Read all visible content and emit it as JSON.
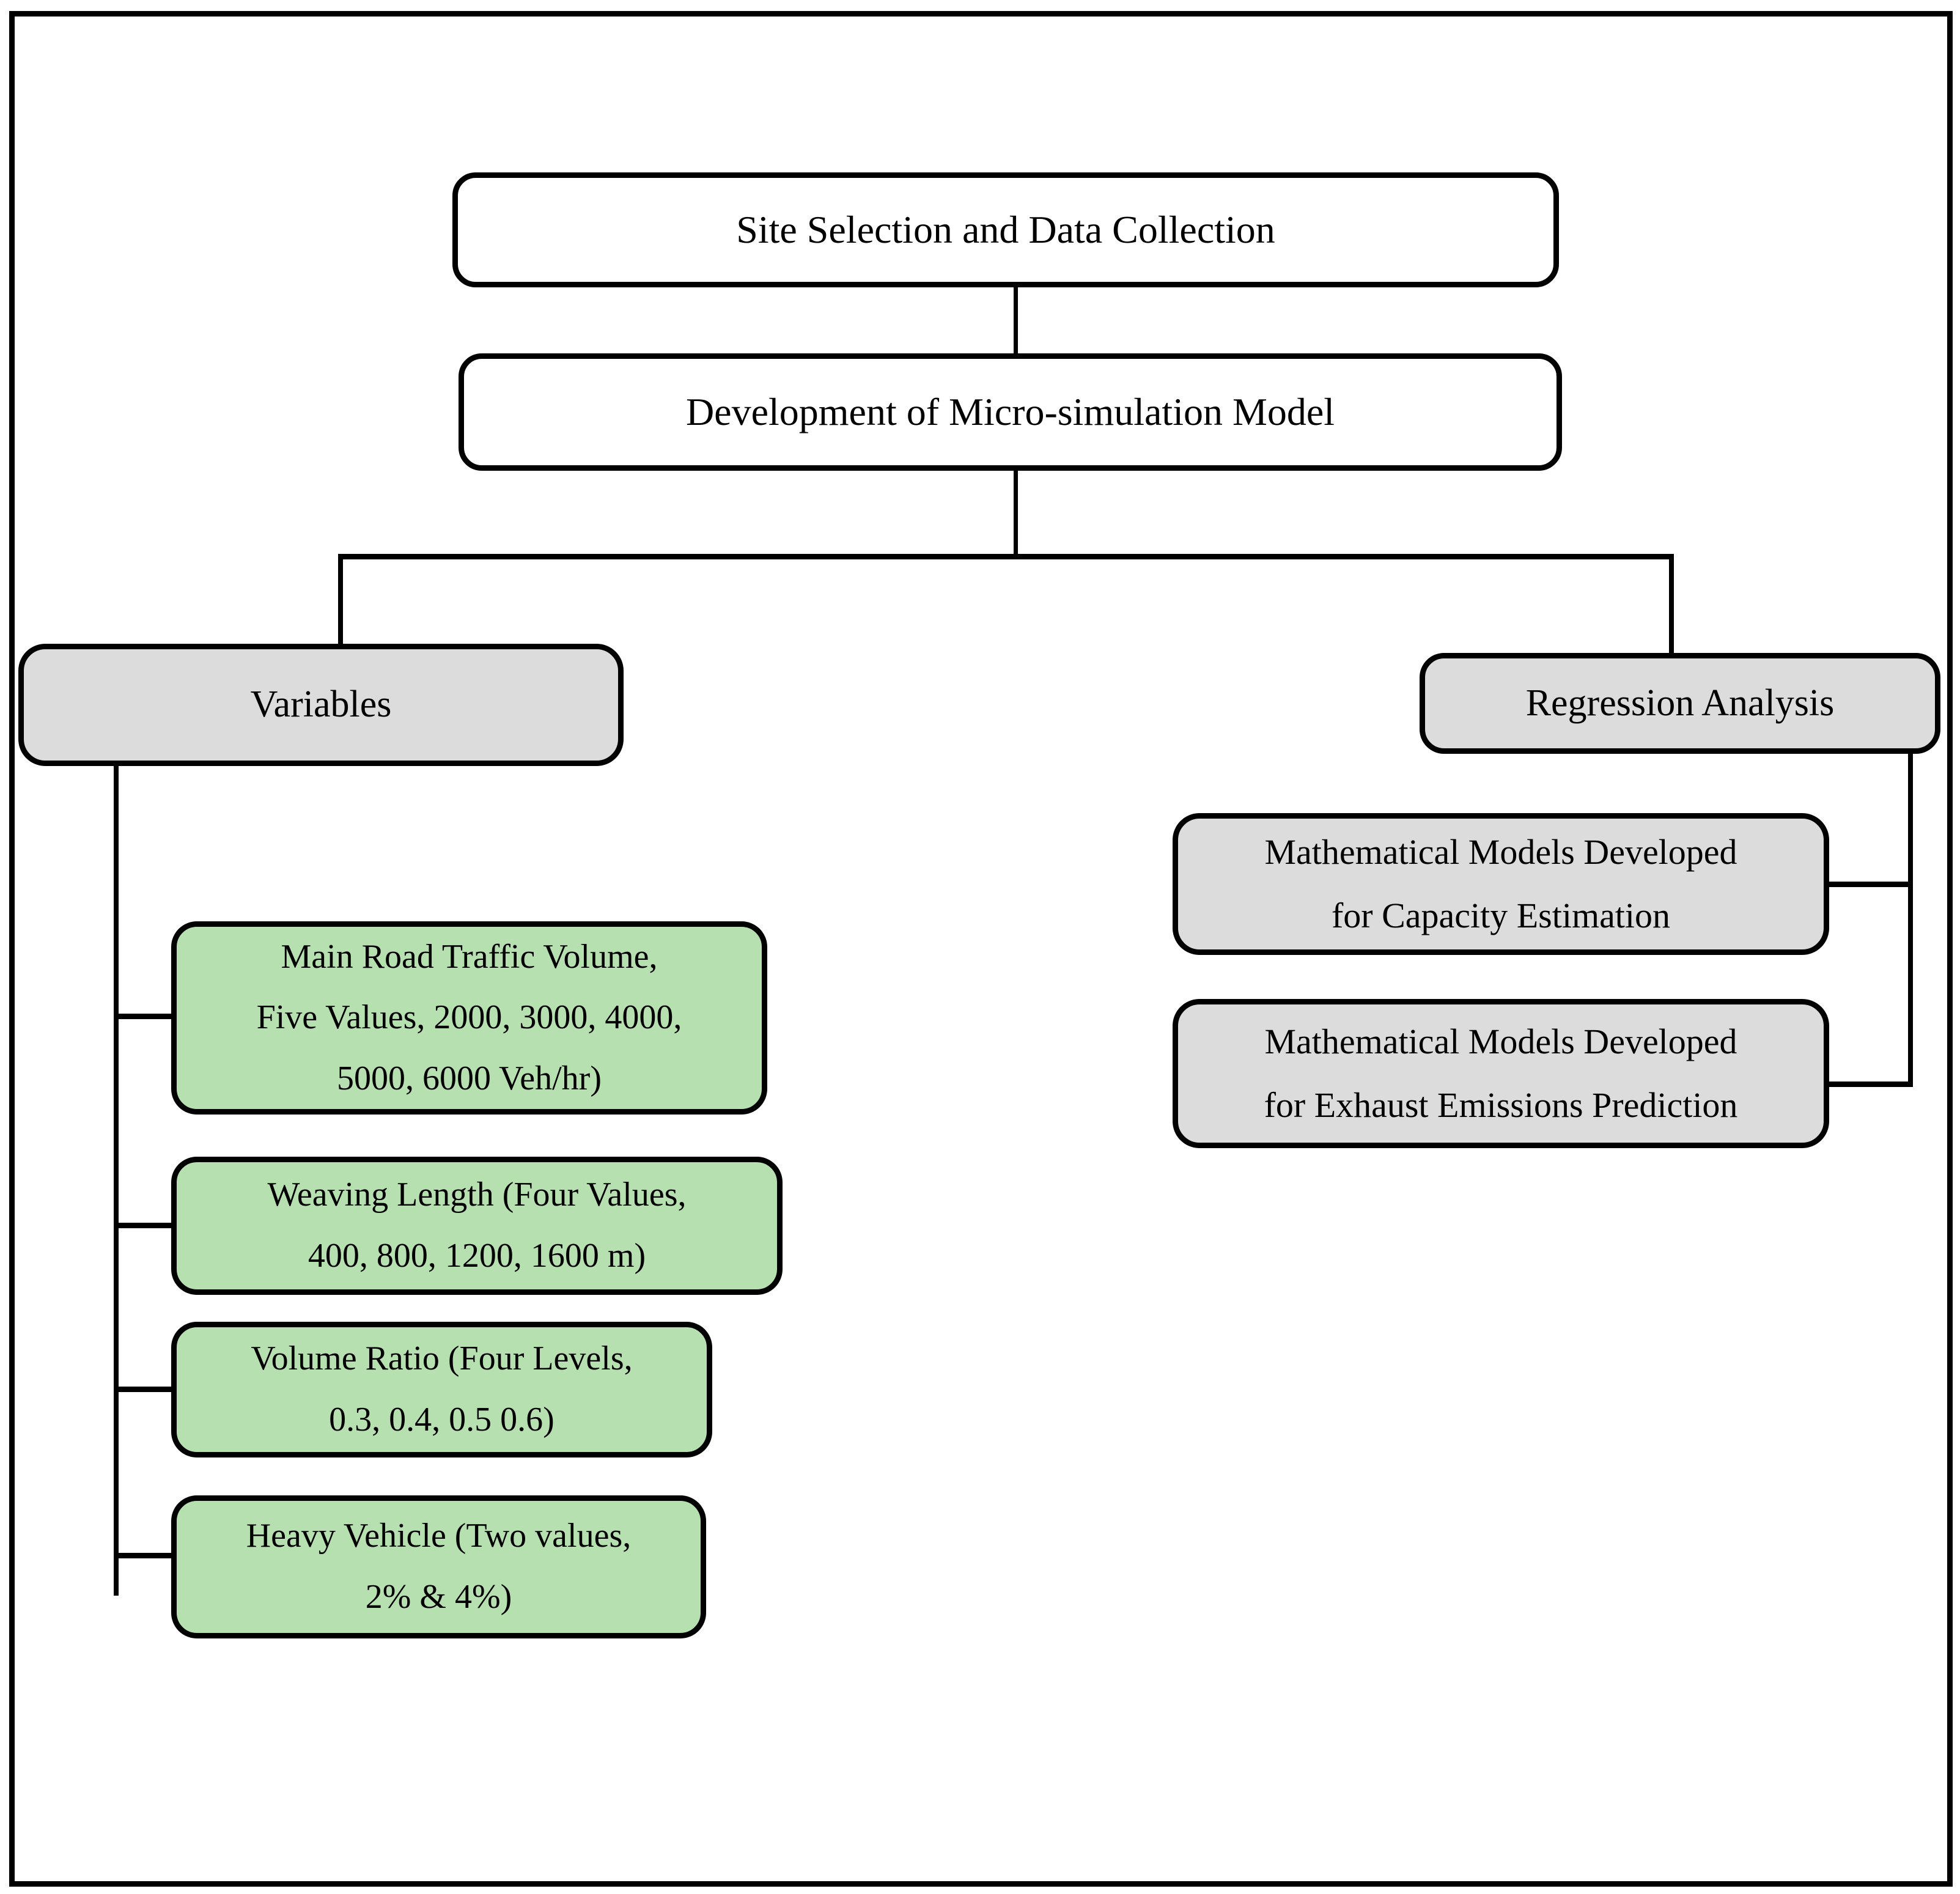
{
  "figure": {
    "type": "flowchart",
    "description": "Methodology flowchart from site selection to regression models"
  },
  "colors": {
    "background": "#ffffff",
    "box-white": "#ffffff",
    "box-gray": "#dcdcdc",
    "box-green": "#b7e0b0",
    "line": "#000000",
    "text": "#000000"
  },
  "nodes": {
    "site_selection": {
      "label": "Site Selection and Data Collection"
    },
    "development": {
      "label": "Development of Micro-simulation Model"
    },
    "variables": {
      "label": "Variables"
    },
    "regression": {
      "label": "Regression Analysis"
    },
    "main_road_traffic_volume": {
      "lines": [
        "Main Road Traffic Volume,",
        "Five Values, 2000, 3000, 4000,",
        "5000, 6000 Veh/hr)"
      ]
    },
    "weaving_length": {
      "lines": [
        "Weaving Length (Four Values,",
        "400, 800, 1200, 1600 m)"
      ]
    },
    "volume_ratio": {
      "lines": [
        "Volume Ratio (Four Levels,",
        "0.3, 0.4, 0.5 0.6)"
      ]
    },
    "heavy_vehicle": {
      "lines": [
        "Heavy Vehicle (Two values,",
        "2% & 4%)"
      ]
    },
    "capacity_models": {
      "lines": [
        "Mathematical Models Developed",
        "for Capacity Estimation"
      ]
    },
    "emissions_models": {
      "lines": [
        "Mathematical Models Developed",
        "for Exhaust Emissions Prediction"
      ]
    }
  }
}
